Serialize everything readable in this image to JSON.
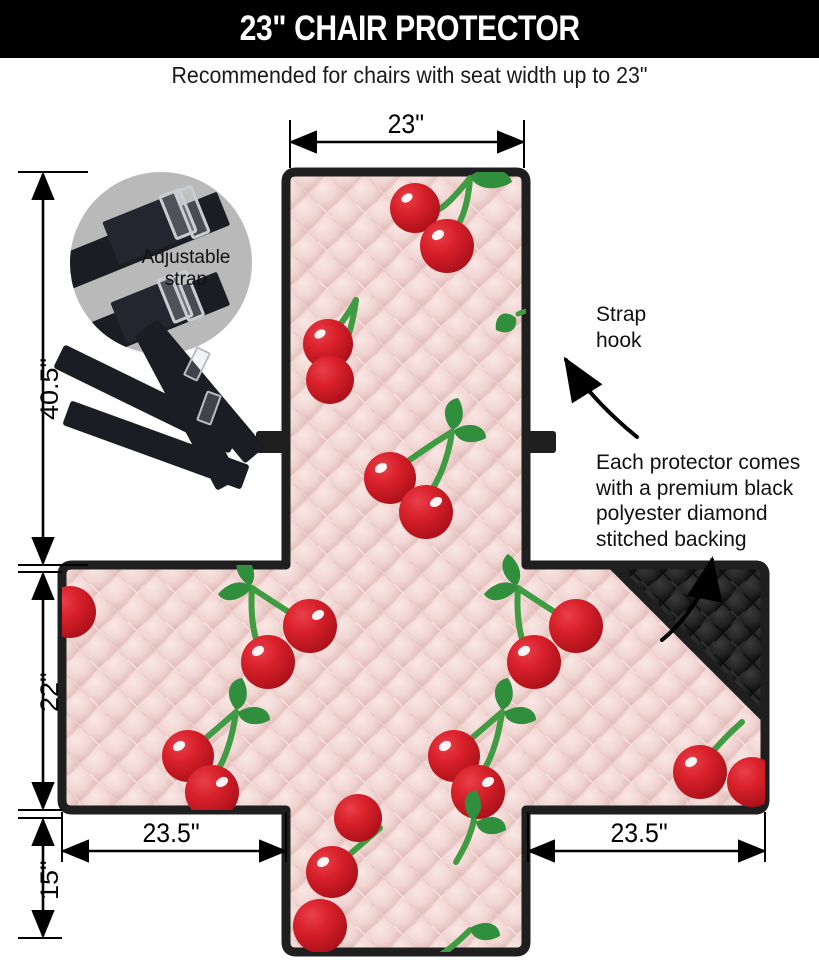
{
  "header": {
    "title": "23\" CHAIR PROTECTOR",
    "subtitle": "Recommended for chairs with seat width up to 23\""
  },
  "dimensions": {
    "top_width": "23\"",
    "left_height": "40.5\"",
    "mid_height": "22\"",
    "bottom_height": "15\"",
    "bottom_left_width": "23.5\"",
    "bottom_right_width": "23.5\""
  },
  "inset": {
    "label_line1": "Adjustable",
    "label_line2": "strap"
  },
  "annotations": {
    "strap_hook_line1": "Strap",
    "strap_hook_line2": "hook",
    "backing_line1": "Each protector comes",
    "backing_line2": "with a premium black",
    "backing_line3": "polyester diamond",
    "backing_line4": "stitched backing"
  },
  "colors": {
    "header_bg": "#000000",
    "header_text": "#ffffff",
    "page_bg": "#ffffff",
    "quilt_pink": "#f0d2cf",
    "quilt_pink_light": "#f7e2df",
    "quilt_pink_shadow": "#e2b9b6",
    "cherry_red": "#d9212b",
    "cherry_red_dark": "#b81620",
    "cherry_highlight": "#ffffff",
    "stem_green": "#3f9c42",
    "leaf_green": "#2f8f3c",
    "border_black": "#1f1f1f",
    "backing_black": "#111111",
    "inset_bg": "#b9b9b9",
    "strap_black": "#1b1d24",
    "buckle_silver": "#c9cdd2"
  },
  "icons": {
    "arrow_left_right": "dimension-arrow",
    "curved_arrow": "callout-arrow",
    "cherry": "cherry-icon"
  }
}
